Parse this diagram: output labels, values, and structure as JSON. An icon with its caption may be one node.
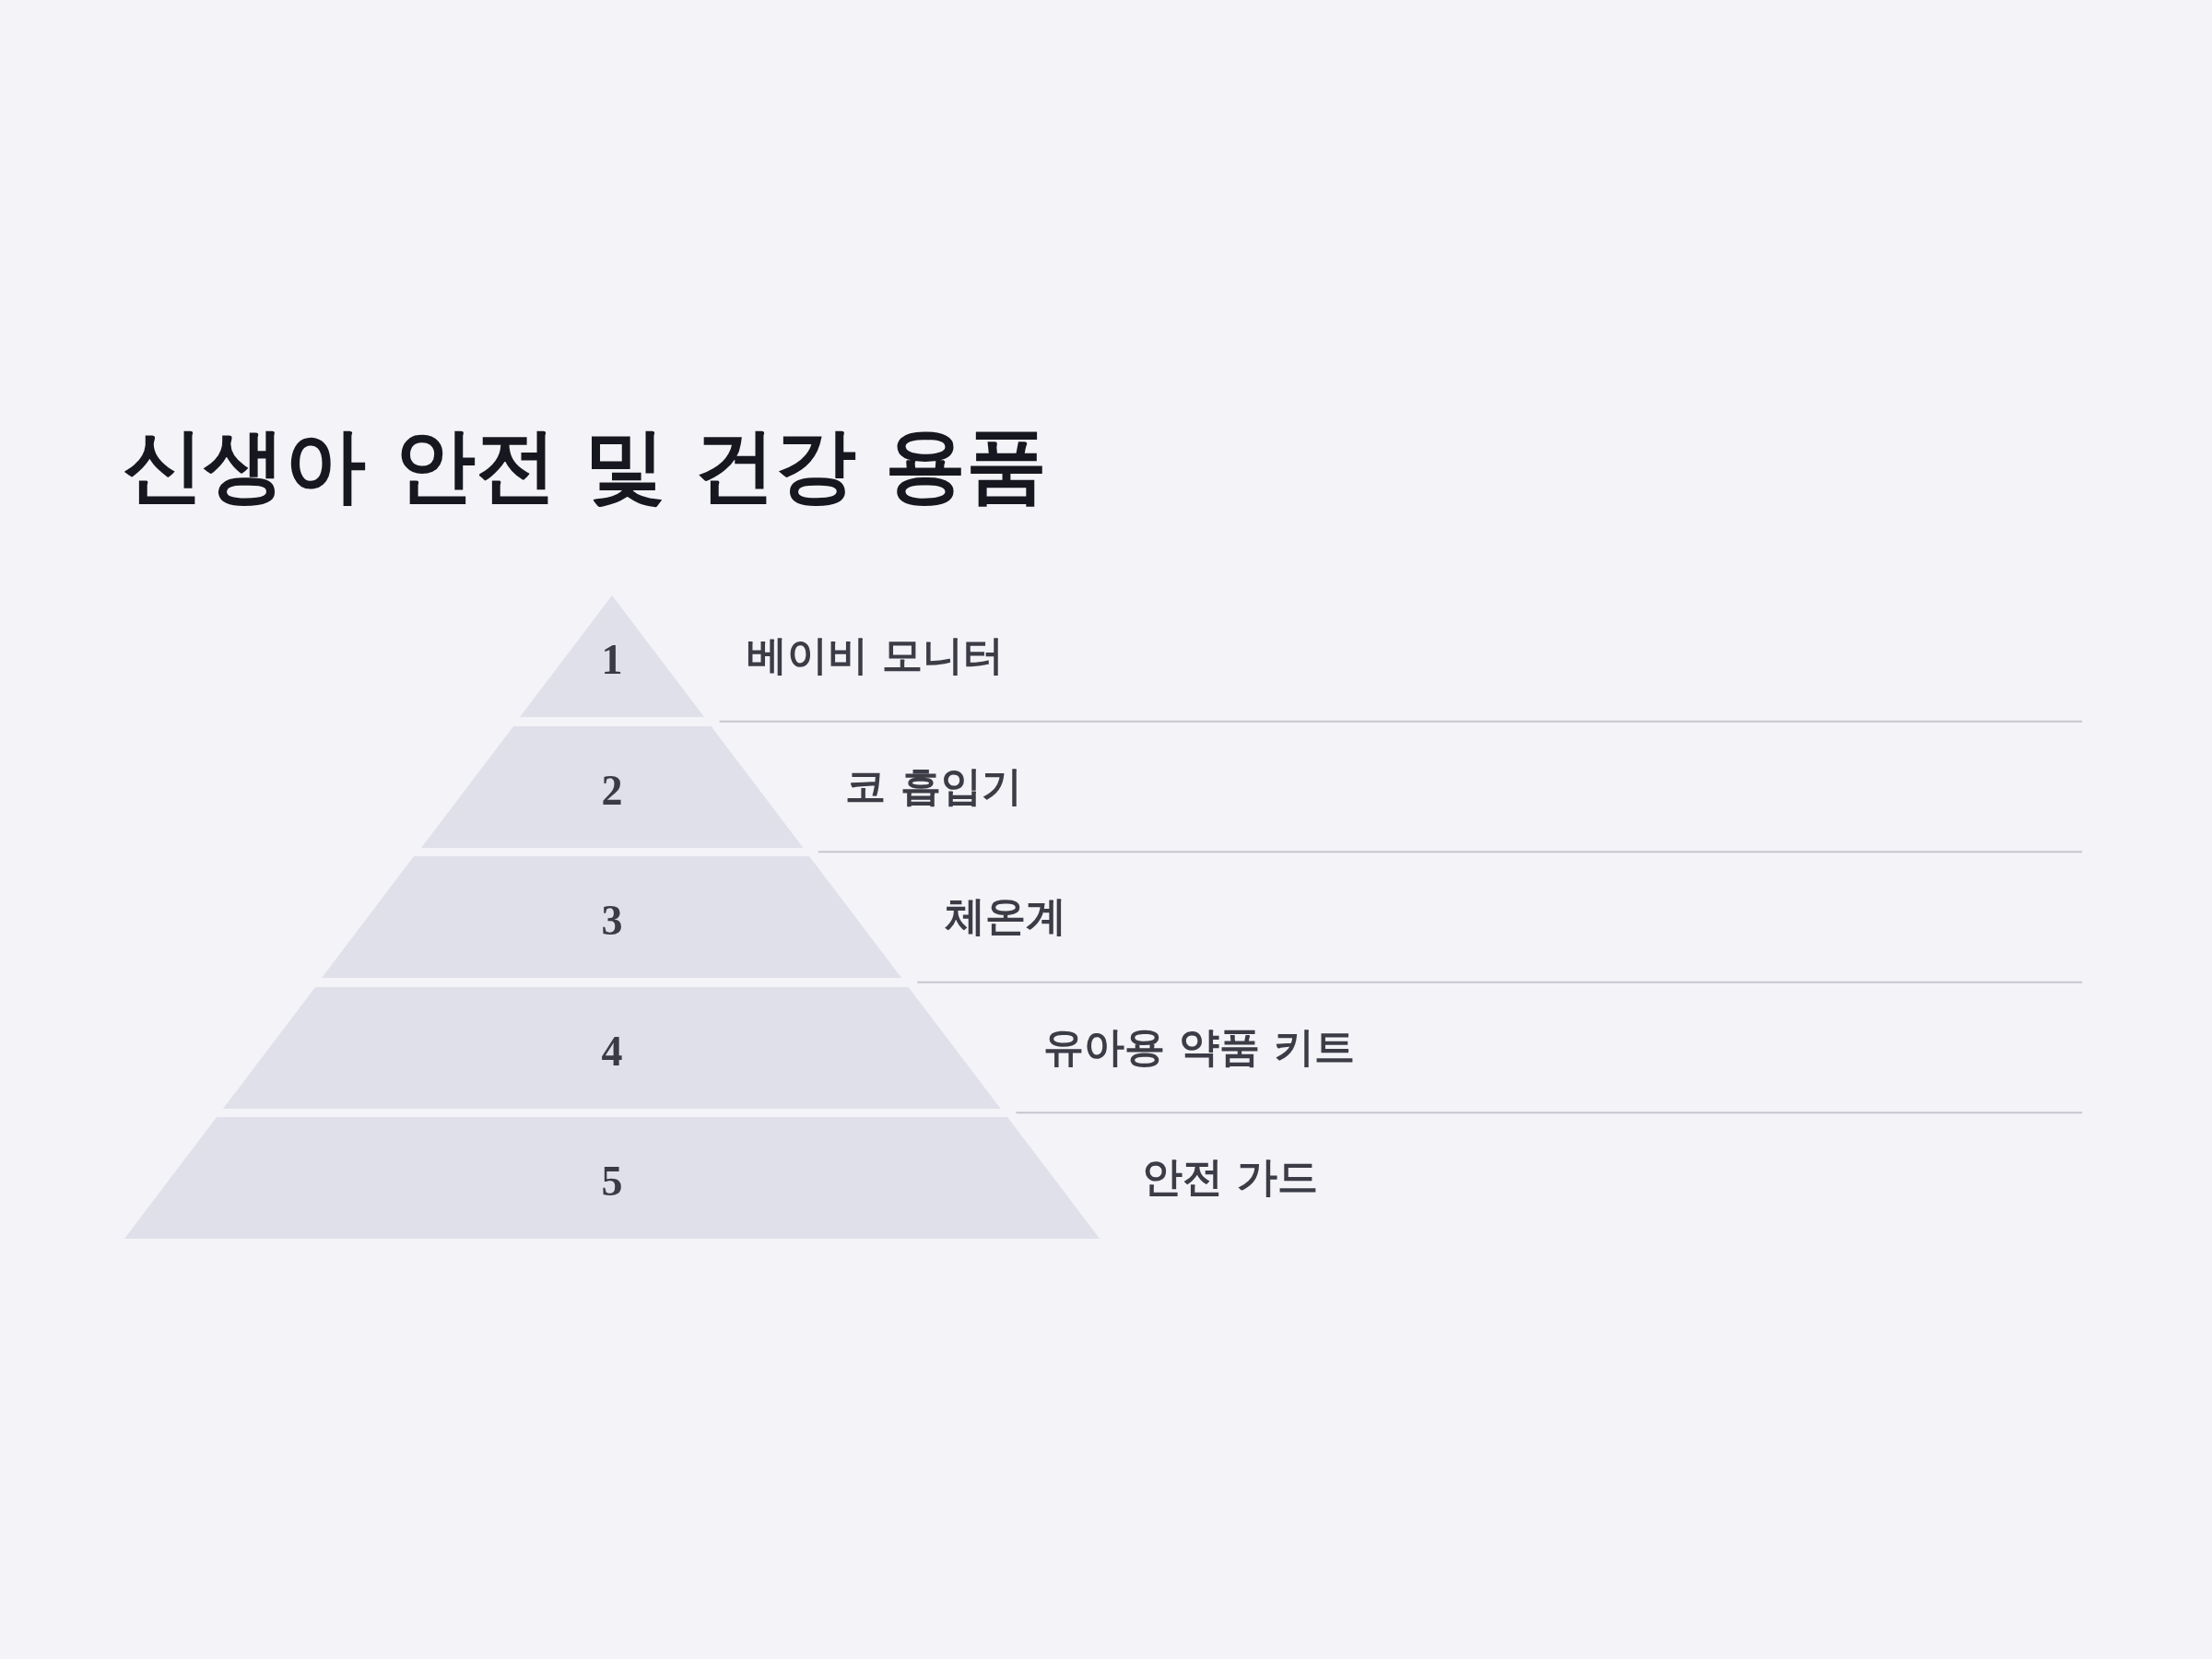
{
  "diagram": {
    "title": "신생아 안전 및 건강 용품",
    "nodes": [
      {
        "text": [
          "1"
        ],
        "beside": [
          "베이비 모니터"
        ]
      },
      {
        "text": [
          "2"
        ],
        "beside": [
          "코 흡입기"
        ]
      },
      {
        "text": [
          "3"
        ],
        "beside": [
          "체온계"
        ]
      },
      {
        "text": [
          "4"
        ],
        "beside": [
          "유아용 약품 키트"
        ]
      },
      {
        "text": [
          "5"
        ],
        "beside": [
          "안전 가드"
        ]
      }
    ]
  }
}
